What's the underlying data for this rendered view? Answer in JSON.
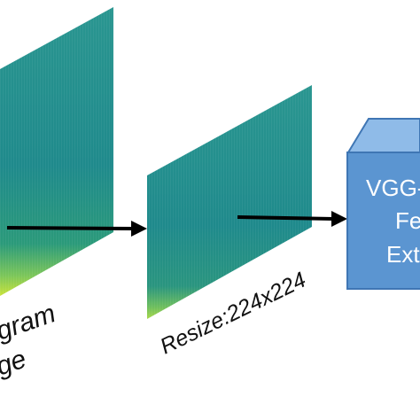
{
  "spectrogram_label": {
    "line1": "gram",
    "line2": "ge"
  },
  "resize_label": "Resize:224x224",
  "model_box": {
    "line1": "VGG-",
    "line2": "Fe",
    "line3": "Ext"
  },
  "colors": {
    "spectrogram_base": "#1f8a8c",
    "spectrogram_low": "#b9de3a",
    "box_fill": "#5b95d1",
    "box_top": "#8fbbe8",
    "box_border": "#3f76b4",
    "arrow": "#000000"
  }
}
